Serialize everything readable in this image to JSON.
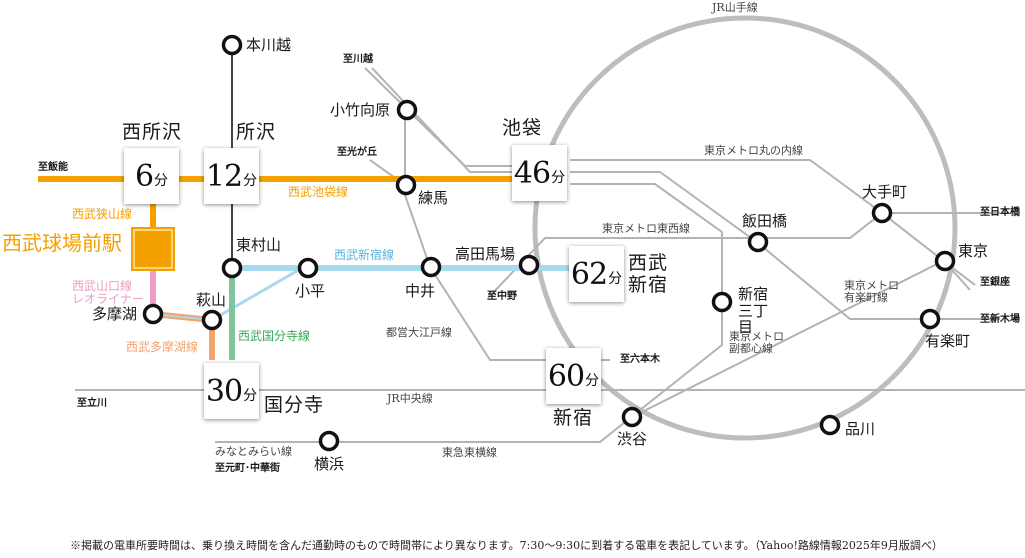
{
  "title": "西武球場前駅 アクセス路線図",
  "origin_station": {
    "name": "西武球場前駅",
    "color": "#f4a100"
  },
  "time_unit": "分",
  "time_boxes": [
    {
      "station": "西所沢",
      "minutes": "6"
    },
    {
      "station": "所沢",
      "minutes": "12"
    },
    {
      "station": "池袋",
      "minutes": "46"
    },
    {
      "station": "西武新宿",
      "minutes": "62"
    },
    {
      "station": "新宿",
      "minutes": "60"
    },
    {
      "station": "国分寺",
      "minutes": "30"
    }
  ],
  "stations": {
    "hon_kawagoe": "本川越",
    "higashi_murayama": "東村山",
    "kodaira": "小平",
    "tamako": "多摩湖",
    "hagiyama": "萩山",
    "kotake_mukaihara": "小竹向原",
    "nerima": "練馬",
    "nakai": "中井",
    "takadanobaba": "高田馬場",
    "iidabashi": "飯田橋",
    "otemachi": "大手町",
    "tokyo": "東京",
    "yurakucho": "有楽町",
    "shinjuku_sanchome": "新宿\n三丁目",
    "shinagawa": "品川",
    "shibuya": "渋谷",
    "yokohama": "横浜"
  },
  "lines": {
    "seibu_ikebukuro": {
      "name": "西武池袋線",
      "color": "#f4a100"
    },
    "seibu_sayama": {
      "name": "西武狭山線",
      "color": "#f4a100"
    },
    "seibu_yamaguchi": {
      "name": "西武山口線",
      "sub": "レオライナー",
      "color": "#ee9dc4"
    },
    "seibu_tamako": {
      "name": "西武多摩湖線",
      "color": "#f2a36e"
    },
    "seibu_kokubunji": {
      "name": "西武国分寺線",
      "color": "#7fc49a"
    },
    "seibu_shinjuku": {
      "name": "西武新宿線",
      "color": "#a9d9ef"
    },
    "jr_yamanote": {
      "name": "JR山手線",
      "color": "#b5b5b5"
    },
    "jr_chuo": {
      "name": "JR中央線"
    },
    "marunouchi": {
      "name": "東京メトロ丸の内線"
    },
    "tozai": {
      "name": "東京メトロ東西線"
    },
    "yurakucho": {
      "name": "東京メトロ\n有楽町線"
    },
    "fukutoshin": {
      "name": "東京メトロ\n副都心線"
    },
    "oedo": {
      "name": "都営大江戸線"
    },
    "toyoko": {
      "name": "東急東横線"
    },
    "minatomirai": {
      "name": "みなとみらい線"
    }
  },
  "directions": {
    "hanno": "至飯能",
    "kawagoe": "至川越",
    "hikarigaoka": "至光が丘",
    "nakano": "至中野",
    "roppongi": "至六本木",
    "tachikawa": "至立川",
    "motomachi": "至元町･中華街",
    "nihonbashi": "至日本橋",
    "ginza": "至銀座",
    "shinkiba": "至新木場"
  },
  "footnote": "※掲載の電車所要時間は、乗り換え時間を含んだ通勤時のもので時間帯により異なります。7:30〜9:30に到着する電車を表記しています。（Yahoo!路線情報2025年9月版調べ）"
}
